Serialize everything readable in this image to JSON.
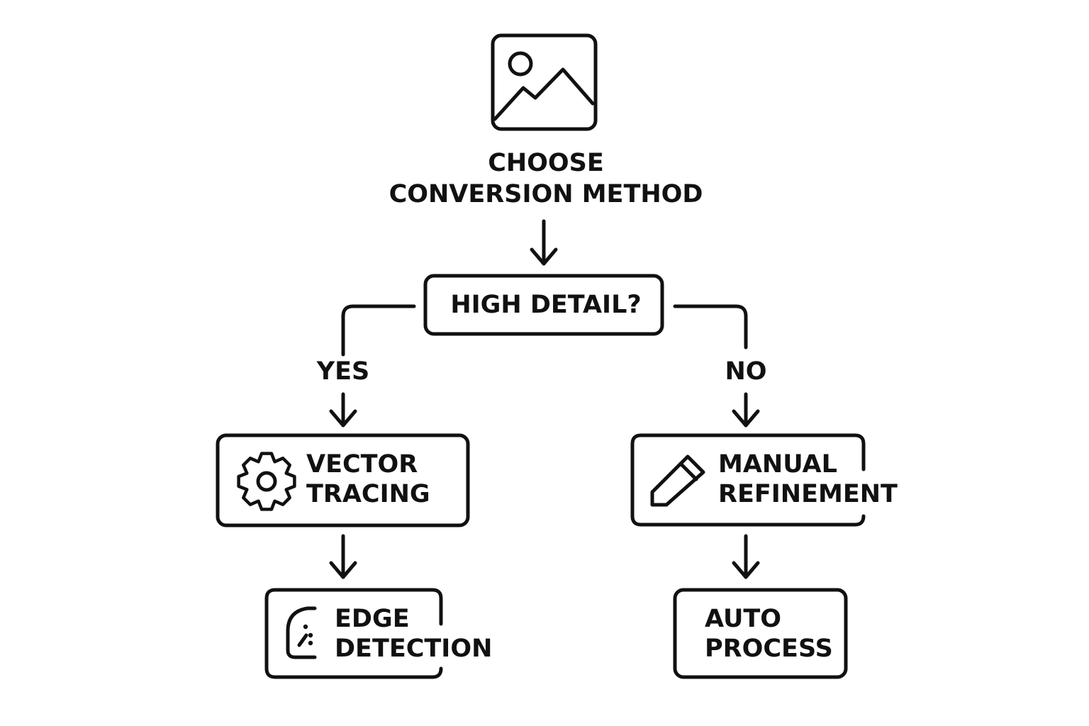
{
  "title": {
    "line1": "CHOOSE",
    "line2": "CONVERSION METHOD"
  },
  "decision": {
    "label": "HIGH DETAIL?",
    "yes_label": "YES",
    "no_label": "NO"
  },
  "nodes": {
    "vector_tracing": {
      "line1": "VECTOR",
      "line2": "TRACING",
      "icon": "gear-icon"
    },
    "manual_refinement": {
      "line1": "MANUAL",
      "line2": "REFINEMENT",
      "icon": "pencil-icon"
    },
    "edge_detection": {
      "line1": "EDGE",
      "line2": "DETECTION",
      "icon": "edge-detection-icon"
    },
    "auto_process": {
      "line1": "AUTO",
      "line2": "PROCESS"
    }
  },
  "header_icon": "image-icon",
  "colors": {
    "stroke": "#111111",
    "background": "#ffffff"
  }
}
